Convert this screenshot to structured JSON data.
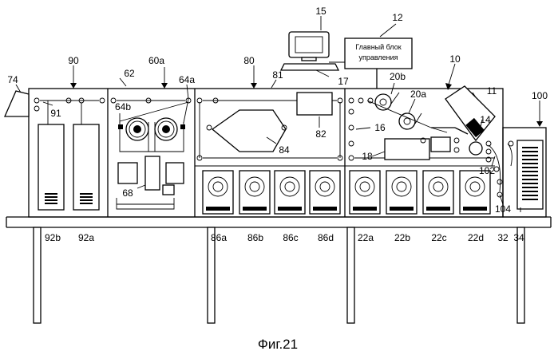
{
  "control_unit": {
    "line1": "Главный блок",
    "line2": "управления"
  },
  "caption": "Фиг.21",
  "labels": {
    "n15": "15",
    "n12": "12",
    "n17": "17",
    "n10": "10",
    "n11": "11",
    "n74": "74",
    "n90": "90",
    "n60a": "60a",
    "n62": "62",
    "n64a": "64a",
    "n64b": "64b",
    "n80": "80",
    "n81": "81",
    "n82": "82",
    "n84": "84",
    "n91": "91",
    "n68": "68",
    "n20b": "20b",
    "n20a": "20a",
    "n16": "16",
    "n18": "18",
    "n14": "14",
    "n100": "100",
    "n102": "102",
    "n104": "104",
    "n32": "32",
    "n34": "34",
    "n92b": "92b",
    "n92a": "92a",
    "n86a": "86a",
    "n86b": "86b",
    "n86c": "86c",
    "n86d": "86d",
    "n22a": "22a",
    "n22b": "22b",
    "n22c": "22c",
    "n22d": "22d"
  }
}
